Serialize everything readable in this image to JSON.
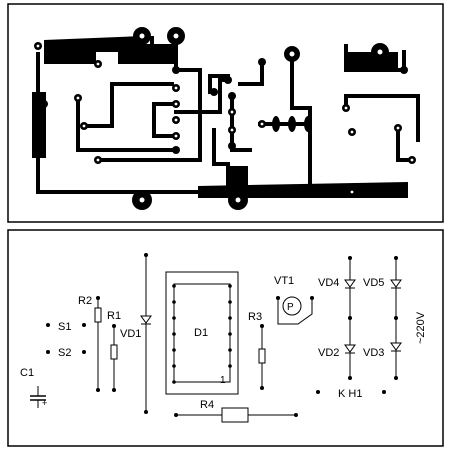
{
  "layout_view": {
    "labels": {
      "r1": "R1",
      "r2": "R2",
      "r3": "R3",
      "r4": "R4",
      "s1": "S1",
      "s2": "S2",
      "c1": "C1",
      "vd1": "VD1",
      "vd2": "VD2",
      "vd3": "VD3",
      "vd4": "VD4",
      "vd5": "VD5",
      "vt1": "VT1",
      "d1": "D1",
      "d1_pin1": "1",
      "kh1": "K H1",
      "mains": "~220V",
      "c1_plus": "+",
      "vt1_mark": "P"
    }
  }
}
